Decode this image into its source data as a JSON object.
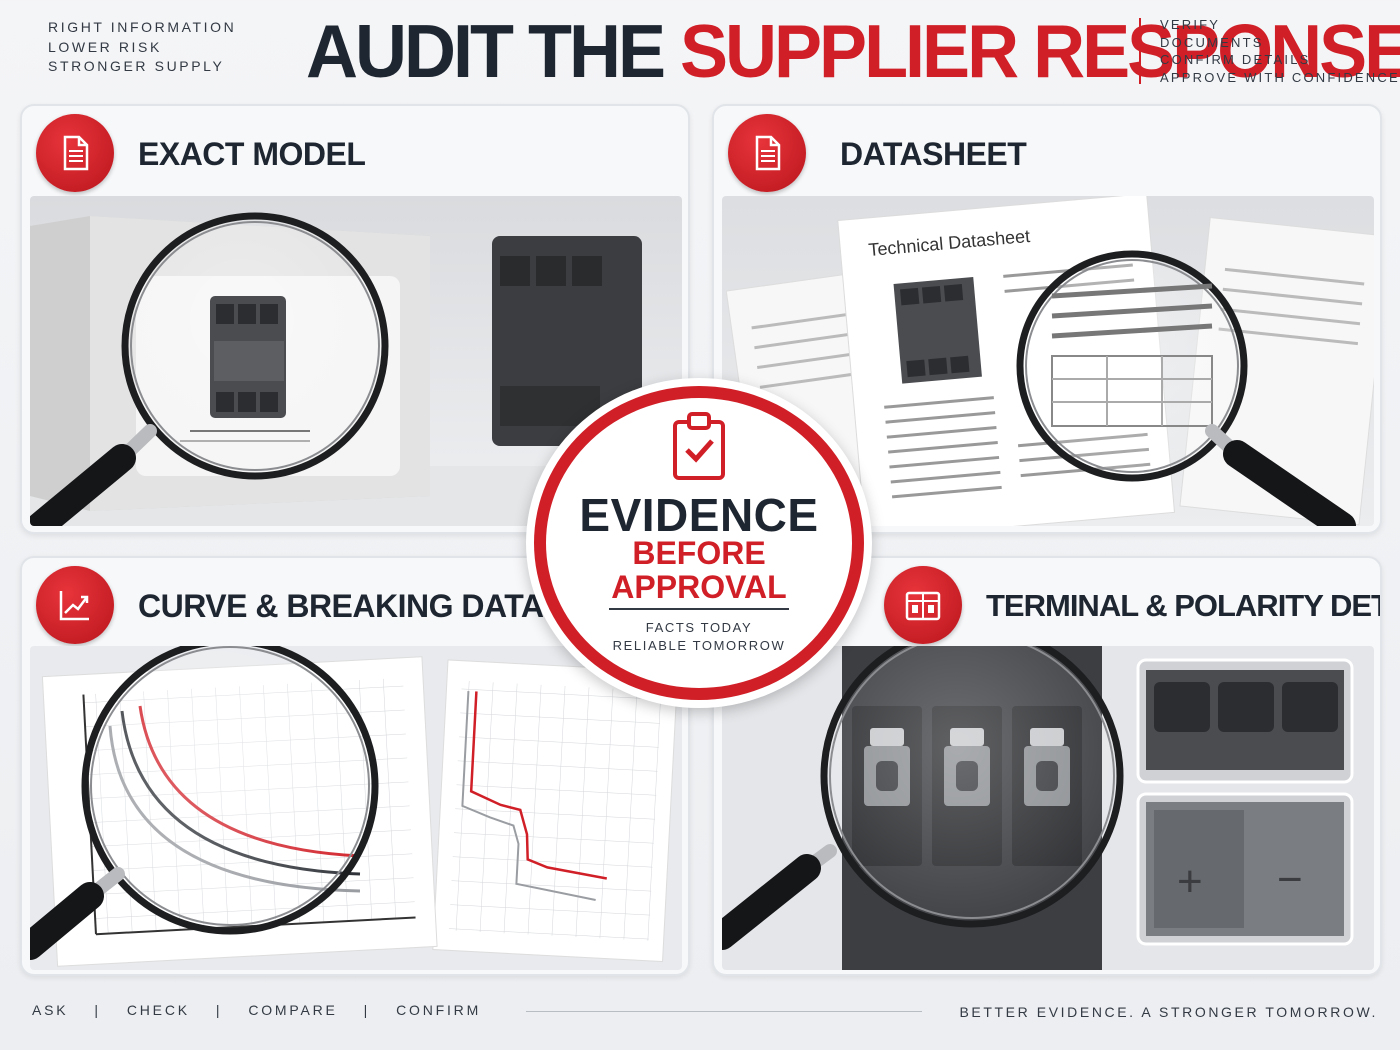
{
  "header": {
    "title_part1": "AUDIT THE",
    "title_part2": "SUPPLIER RESPONSE",
    "tagline_left": [
      "RIGHT INFORMATION",
      "LOWER RISK",
      "STRONGER SUPPLY"
    ],
    "tagline_right": [
      "VERIFY",
      "DOCUMENTS",
      "CONFIRM DETAILS",
      "APPROVE WITH CONFIDENCE"
    ]
  },
  "panels": [
    {
      "title": "EXACT MODEL",
      "icon": "document-icon"
    },
    {
      "title": "DATASHEET",
      "icon": "document-icon",
      "doc_heading": "Technical Datasheet"
    },
    {
      "title": "CURVE & BREAKING DATA",
      "icon": "trend-chart-icon"
    },
    {
      "title": "TERMINAL & POLARITY DETAILS",
      "icon": "terminal-block-icon"
    }
  ],
  "badge": {
    "line1": "EVIDENCE",
    "line2": "BEFORE",
    "line3": "APPROVAL",
    "sub1": "FACTS TODAY",
    "sub2": "RELIABLE TOMORROW",
    "icon": "clipboard-check-icon"
  },
  "footer": {
    "steps": [
      "ASK",
      "CHECK",
      "COMPARE",
      "CONFIRM"
    ],
    "separator": "|",
    "tagline": "BETTER EVIDENCE. A STRONGER TOMORROW."
  },
  "colors": {
    "accent": "#d11f27",
    "dark": "#1e2631",
    "background": "#f0f1f3"
  }
}
